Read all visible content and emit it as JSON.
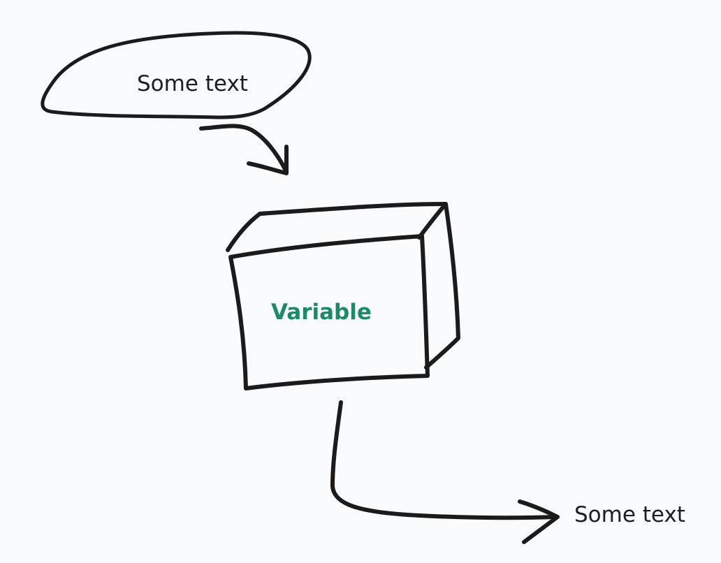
{
  "diagram": {
    "source_label": "Some text",
    "variable_label": "Variable",
    "target_label": "Some text"
  },
  "colors": {
    "background": "#f9fafc",
    "ink": "#1b1b1b",
    "variable_text": "#1d8a66"
  }
}
